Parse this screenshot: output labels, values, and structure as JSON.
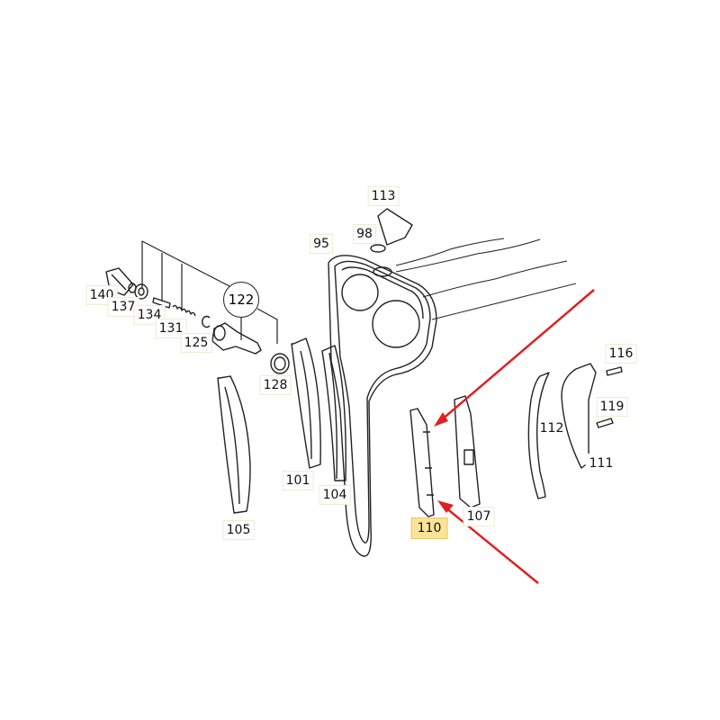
{
  "diagram": {
    "labels": {
      "l113": "113",
      "l98": "98",
      "l95": "95",
      "l140": "140",
      "l137": "137",
      "l134": "134",
      "l131": "131",
      "l125": "125",
      "l122": "122",
      "l128": "128",
      "l116": "116",
      "l119": "119",
      "l112": "112",
      "l111": "111",
      "l101": "101",
      "l104": "104",
      "l105": "105",
      "l110": "110",
      "l107": "107"
    },
    "highlighted_part": "110",
    "colors": {
      "arrow": "#e02020",
      "highlight": "#fbe39a",
      "line": "#222222"
    }
  }
}
